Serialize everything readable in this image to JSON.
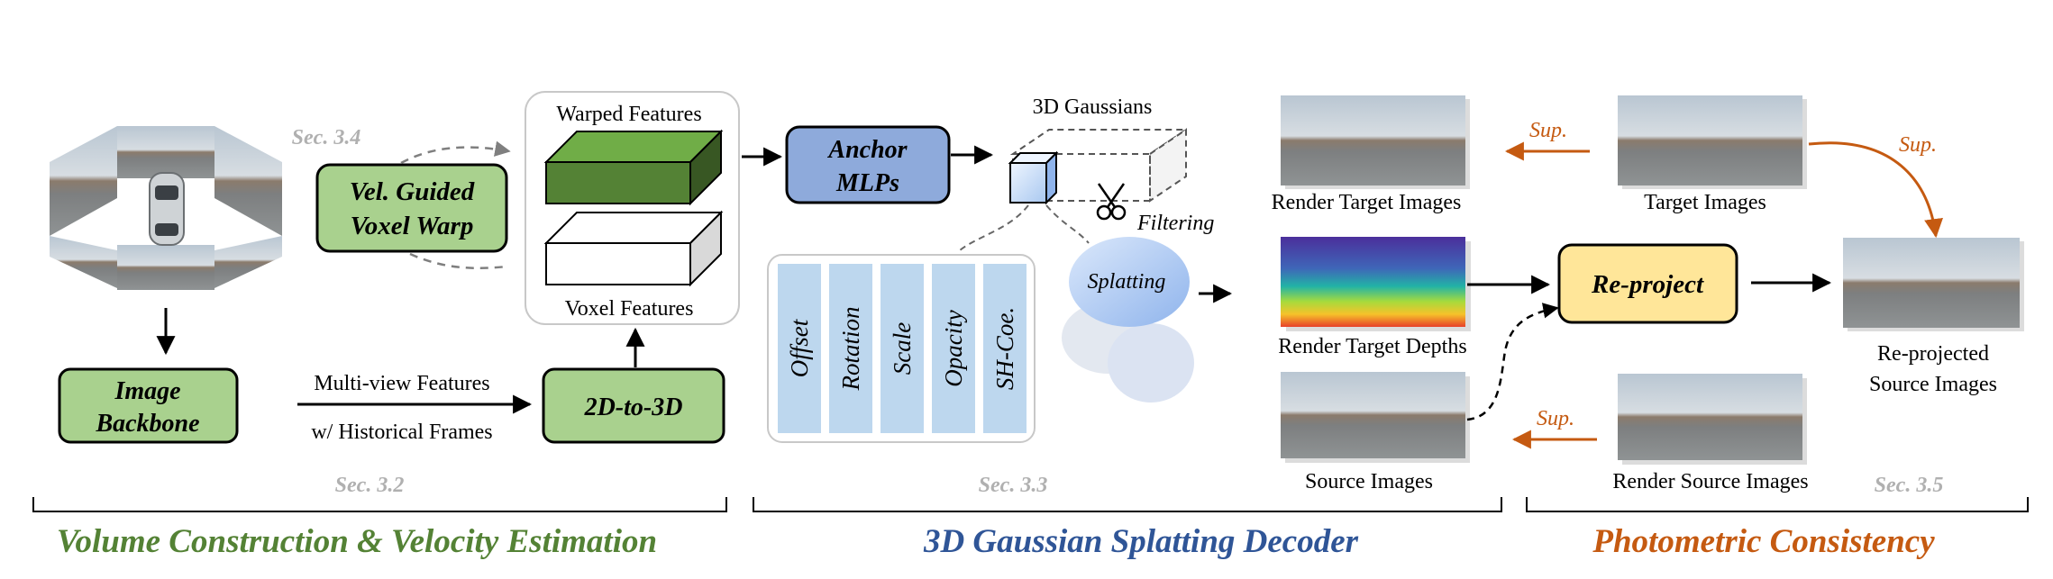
{
  "backbone": {
    "line1": "Image",
    "line2": "Backbone"
  },
  "velwarp": {
    "sec": "Sec. 3.4",
    "line1": "Vel. Guided",
    "line2": "Voxel Warp"
  },
  "flow": {
    "features_line1": "Multi-view  Features",
    "features_line2": "w/ Historical Frames"
  },
  "lift": {
    "label": "2D-to-3D"
  },
  "voxels": {
    "warped": "Warped Features",
    "voxel": "Voxel Features"
  },
  "anchor": {
    "line1": "Anchor",
    "line2": "MLPs"
  },
  "gaussians": {
    "title": "3D Gaussians",
    "filtering": "Filtering",
    "splatting": "Splatting"
  },
  "attributes": [
    "Offset",
    "Rotation",
    "Scale",
    "Opacity",
    "SH-Coe."
  ],
  "sections": {
    "s32": "Sec. 3.2",
    "s33": "Sec. 3.3",
    "s35": "Sec. 3.5",
    "volume": "Volume Construction & Velocity Estimation",
    "decoder": "3D Gaussian Splatting Decoder",
    "photometric": "Photometric Consistency"
  },
  "images": {
    "render_target": "Render Target Images",
    "target": "Target Images",
    "render_depth": "Render Target Depths",
    "source": "Source Images",
    "render_source": "Render Source Images",
    "reproj_line1": "Re-projected",
    "reproj_line2": "Source Images"
  },
  "reproject": {
    "label": "Re-project"
  },
  "sup": {
    "label1": "Sup.",
    "label2": "Sup.",
    "label3": "Sup."
  },
  "colors": {
    "green_fill": "#a9d18e",
    "green_dark": "#548235",
    "green_title": "#548235",
    "blue_fill": "#8eaadb",
    "blue_title": "#2f5597",
    "yellow_fill": "#ffe699",
    "orange": "#c55a11",
    "attr_fill": "#bdd7ee",
    "gray_sec": "#b0b0b0"
  }
}
